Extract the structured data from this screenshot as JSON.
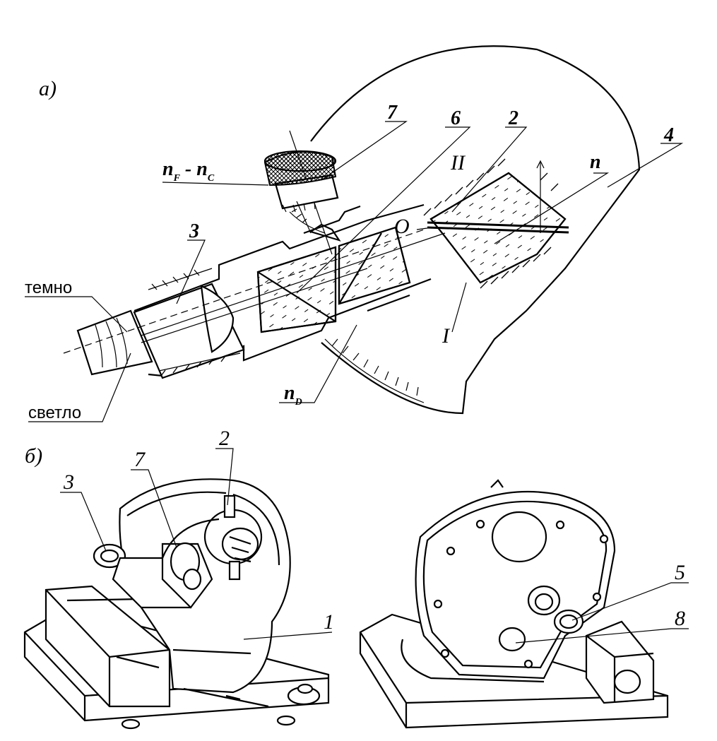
{
  "panel_a": {
    "panel_label": "а)",
    "labels": {
      "l7": "7",
      "l6": "6",
      "l2": "2",
      "l4": "4",
      "l3": "3",
      "lII": "II",
      "lI": "I",
      "lO": "O",
      "ln": "n",
      "nF_n": "n",
      "nF_sub": "F",
      "nF_dash": " - ",
      "nC_n": "n",
      "nC_sub": "C",
      "nD_n": "n",
      "nD_sub": "D",
      "dark": "темно",
      "light": "светло"
    }
  },
  "panel_b": {
    "panel_label": "б)",
    "labels": {
      "l3": "3",
      "l7": "7",
      "l2": "2",
      "l1": "1",
      "l5": "5",
      "l8": "8"
    }
  }
}
